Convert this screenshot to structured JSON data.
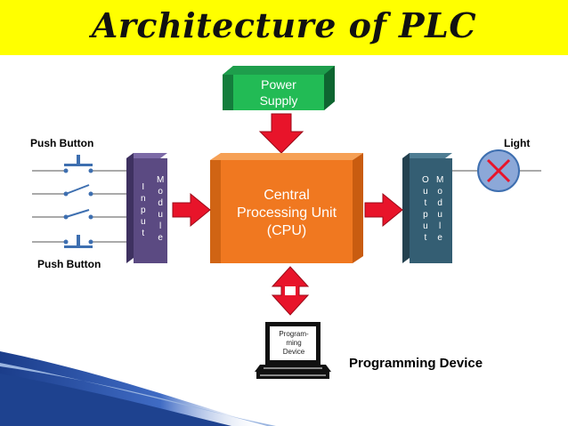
{
  "title": "Architecture of PLC",
  "power_supply": {
    "label": "Power\nSupply"
  },
  "cpu": {
    "label": "Central\nProcessing Unit\n(CPU)"
  },
  "input_module": {
    "word1": [
      "I",
      "n",
      "p",
      "u",
      "t"
    ],
    "word2": [
      "M",
      "o",
      "d",
      "u",
      "l",
      "e"
    ]
  },
  "output_module": {
    "word1": [
      "O",
      "u",
      "t",
      "p",
      "u",
      "t"
    ],
    "word2": [
      "M",
      "o",
      "d",
      "u",
      "l",
      "e"
    ]
  },
  "labels": {
    "push_button_top": "Push Button",
    "push_button_bottom": "Push Button",
    "light": "Light",
    "programming_device": "Programming Device"
  },
  "programming_device": {
    "screen_text": "Program-\nming\nDevice"
  },
  "colors": {
    "banner": "#ffff00",
    "power_supply": "#22bb55",
    "cpu": "#f07820",
    "input_module": "#5b4a82",
    "output_module": "#345e73",
    "arrow": "#e8142a",
    "wire": "#555555",
    "switch": "#3e6fb0",
    "light_bulb": "#8ca8d8"
  },
  "icons": [
    "push-button-icon",
    "switch-icon",
    "light-bulb-icon",
    "computer-icon",
    "double-arrow-icon"
  ]
}
